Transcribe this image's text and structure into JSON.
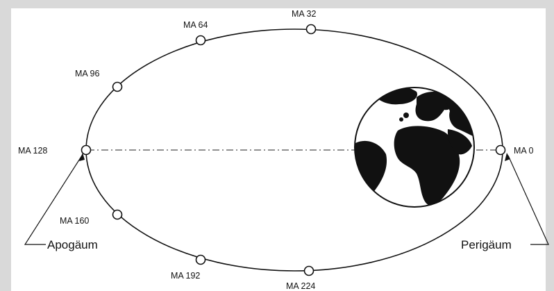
{
  "diagram": {
    "orbit_points": [
      {
        "id": "ma-0",
        "label": "MA  0"
      },
      {
        "id": "ma-32",
        "label": "MA  32"
      },
      {
        "id": "ma-64",
        "label": "MA  64"
      },
      {
        "id": "ma-96",
        "label": "MA  96"
      },
      {
        "id": "ma-128",
        "label": "MA  128"
      },
      {
        "id": "ma-160",
        "label": "MA  160"
      },
      {
        "id": "ma-192",
        "label": "MA  192"
      },
      {
        "id": "ma-224",
        "label": "MA  224"
      }
    ],
    "apogee_label": "Apogäum",
    "perigee_label": "Perigäum"
  },
  "colors": {
    "background": "#d9d9d9",
    "panel": "#ffffff",
    "ink": "#111111"
  },
  "icons": {
    "earth": "earth-globe-icon"
  }
}
